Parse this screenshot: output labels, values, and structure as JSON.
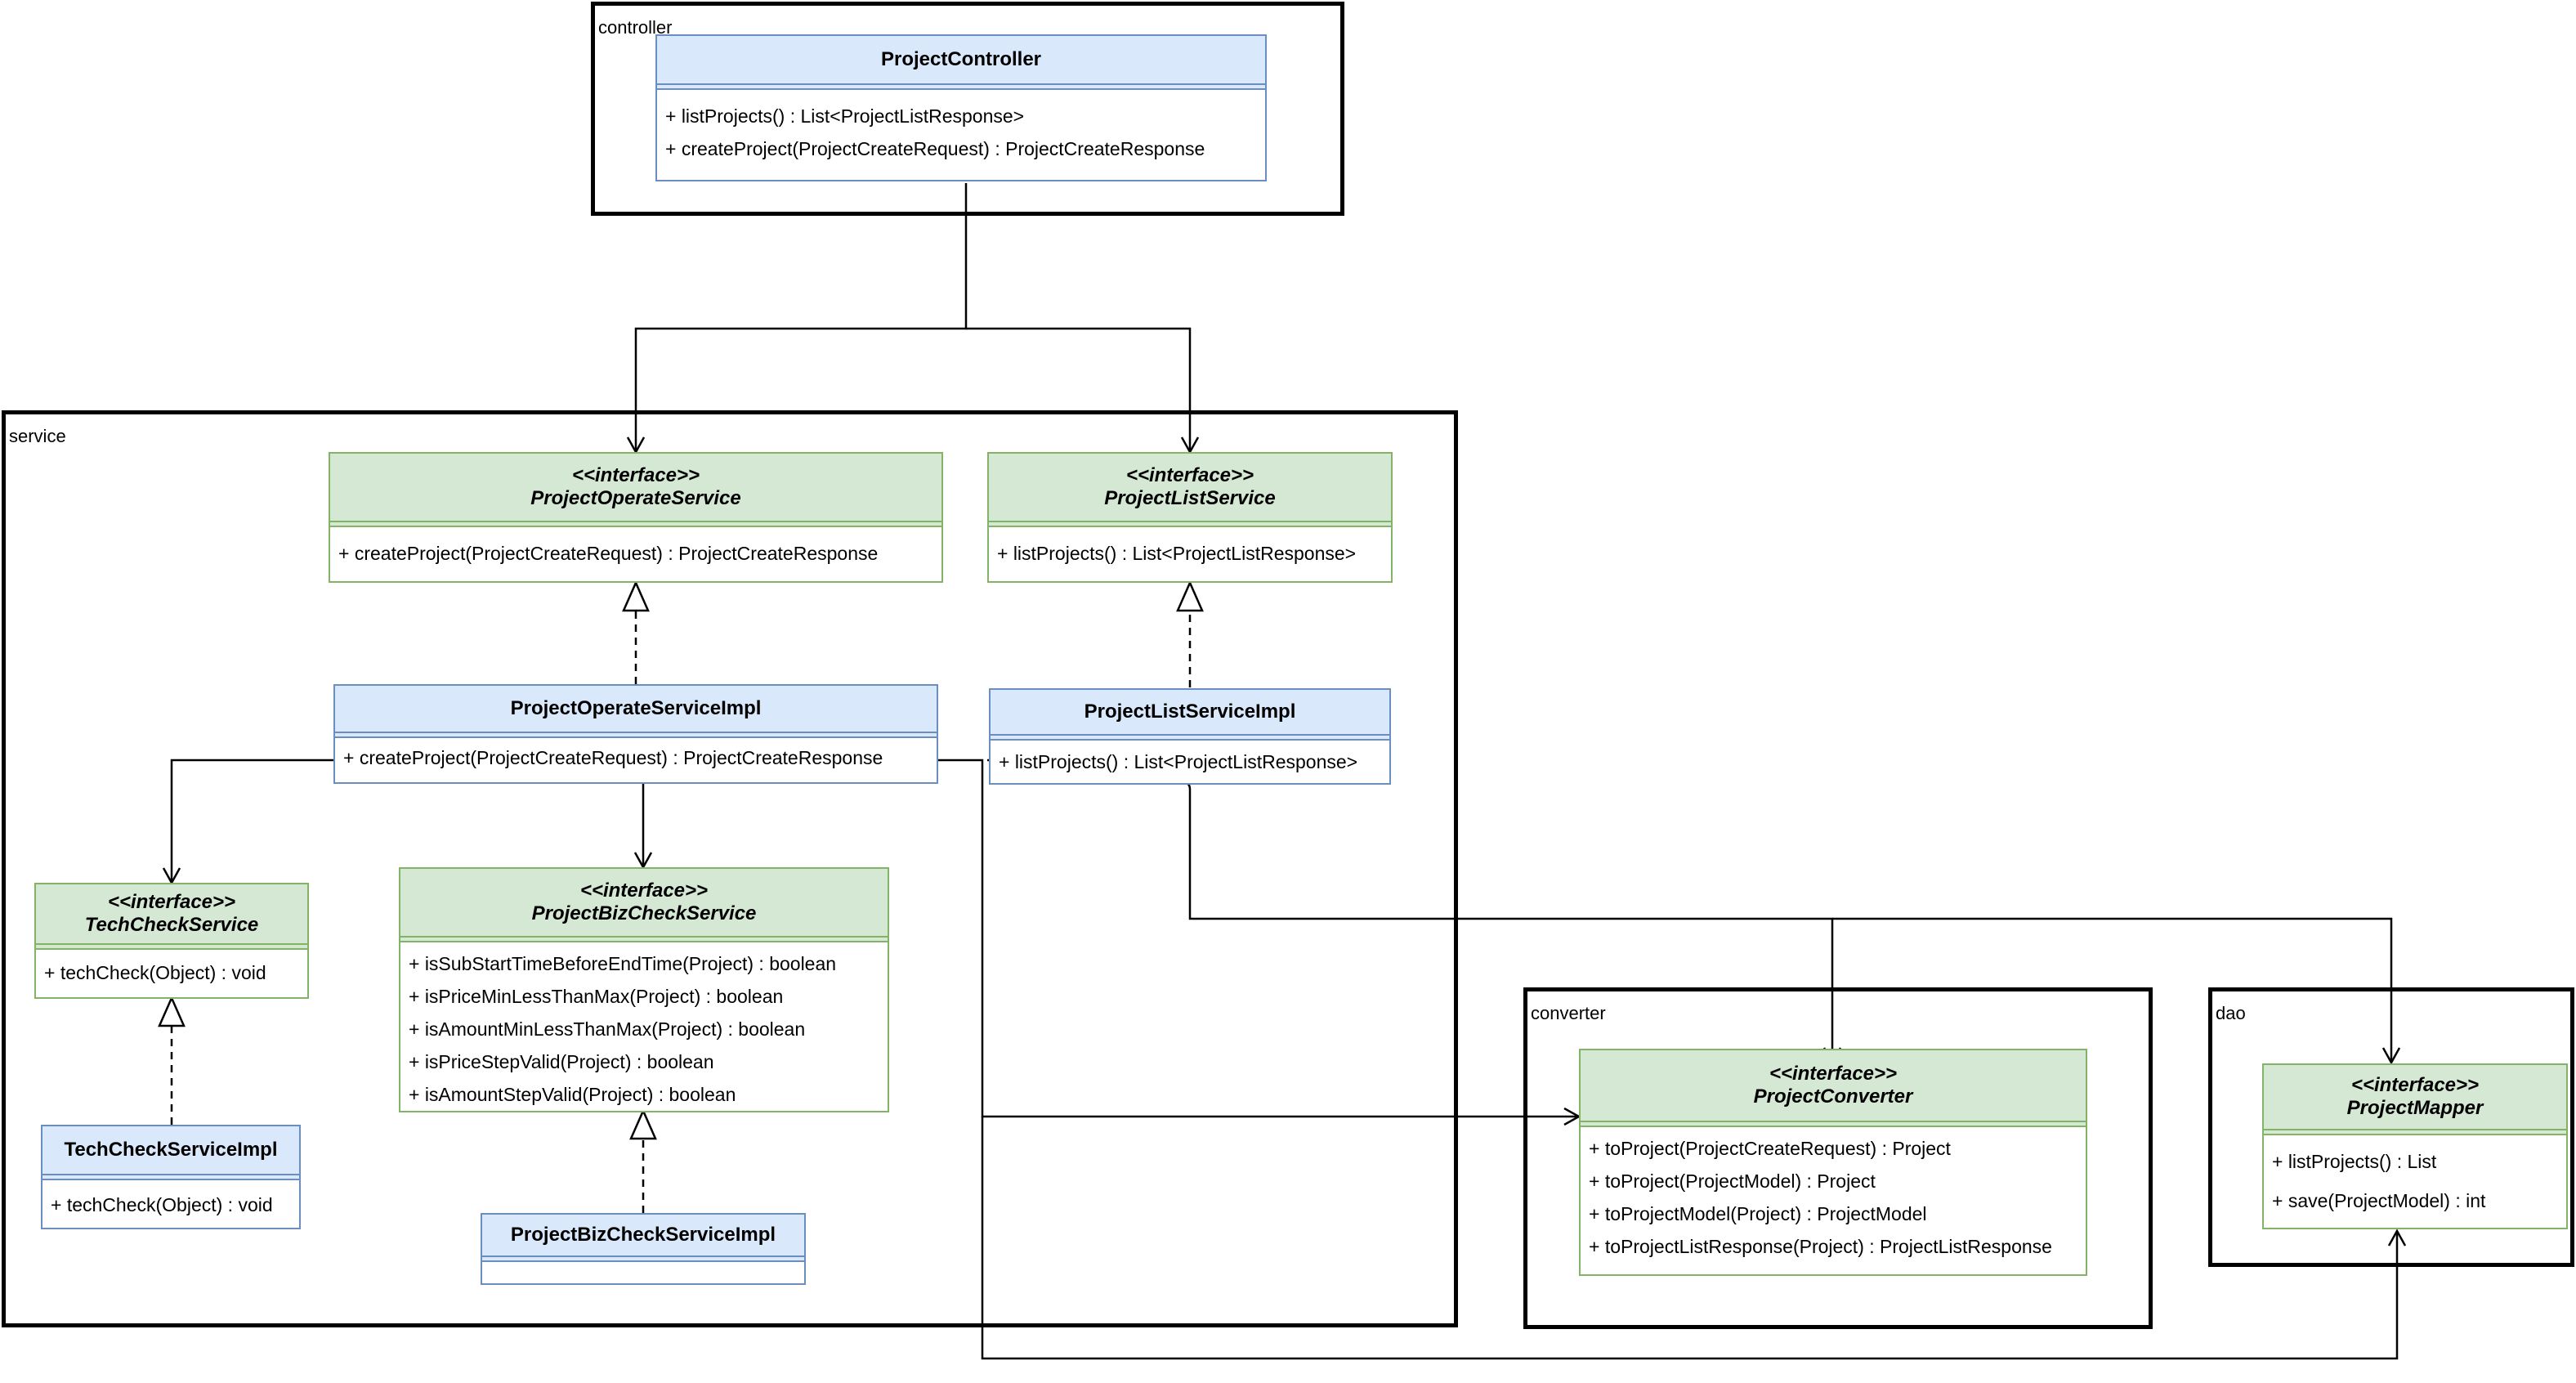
{
  "packages": {
    "controller": "controller",
    "service": "service",
    "converter": "converter",
    "dao": "dao"
  },
  "classes": {
    "project_controller": {
      "name": "ProjectController",
      "methods": [
        "+ listProjects() : List<ProjectListResponse>",
        "+ createProject(ProjectCreateRequest) : ProjectCreateResponse"
      ]
    },
    "project_operate_service": {
      "stereotype": "<<interface>>",
      "name": "ProjectOperateService",
      "methods": [
        "+ createProject(ProjectCreateRequest) : ProjectCreateResponse"
      ]
    },
    "project_list_service": {
      "stereotype": "<<interface>>",
      "name": "ProjectListService",
      "methods": [
        "+ listProjects() : List<ProjectListResponse>"
      ]
    },
    "project_operate_service_impl": {
      "name": "ProjectOperateServiceImpl",
      "methods": [
        "+ createProject(ProjectCreateRequest) : ProjectCreateResponse"
      ]
    },
    "project_list_service_impl": {
      "name": "ProjectListServiceImpl",
      "methods": [
        "+ listProjects() : List<ProjectListResponse>"
      ]
    },
    "tech_check_service": {
      "stereotype": "<<interface>>",
      "name": "TechCheckService",
      "methods": [
        "+ techCheck(Object) : void"
      ]
    },
    "project_biz_check_service": {
      "stereotype": "<<interface>>",
      "name": "ProjectBizCheckService",
      "methods": [
        "+ isSubStartTimeBeforeEndTime(Project) : boolean",
        "+ isPriceMinLessThanMax(Project) : boolean",
        "+ isAmountMinLessThanMax(Project) : boolean",
        "+ isPriceStepValid(Project) : boolean",
        "+ isAmountStepValid(Project) : boolean"
      ]
    },
    "tech_check_service_impl": {
      "name": "TechCheckServiceImpl",
      "methods": [
        "+ techCheck(Object) : void"
      ]
    },
    "project_biz_check_service_impl": {
      "name": "ProjectBizCheckServiceImpl",
      "methods": []
    },
    "project_converter": {
      "stereotype": "<<interface>>",
      "name": "ProjectConverter",
      "methods": [
        "+ toProject(ProjectCreateRequest) : Project",
        "+ toProject(ProjectModel) : Project",
        "+ toProjectModel(Project) : ProjectModel",
        "+ toProjectListResponse(Project) : ProjectListResponse"
      ]
    },
    "project_mapper": {
      "stereotype": "<<interface>>",
      "name": "ProjectMapper",
      "methods": [
        "+ listProjects() :  List",
        "+ save(ProjectModel) :  int"
      ]
    }
  },
  "colors": {
    "impl_fill": "#dae8fc",
    "impl_stroke": "#6c8ebf",
    "interface_fill": "#d5e8d4",
    "interface_stroke": "#82b366",
    "package_stroke": "#000000"
  }
}
